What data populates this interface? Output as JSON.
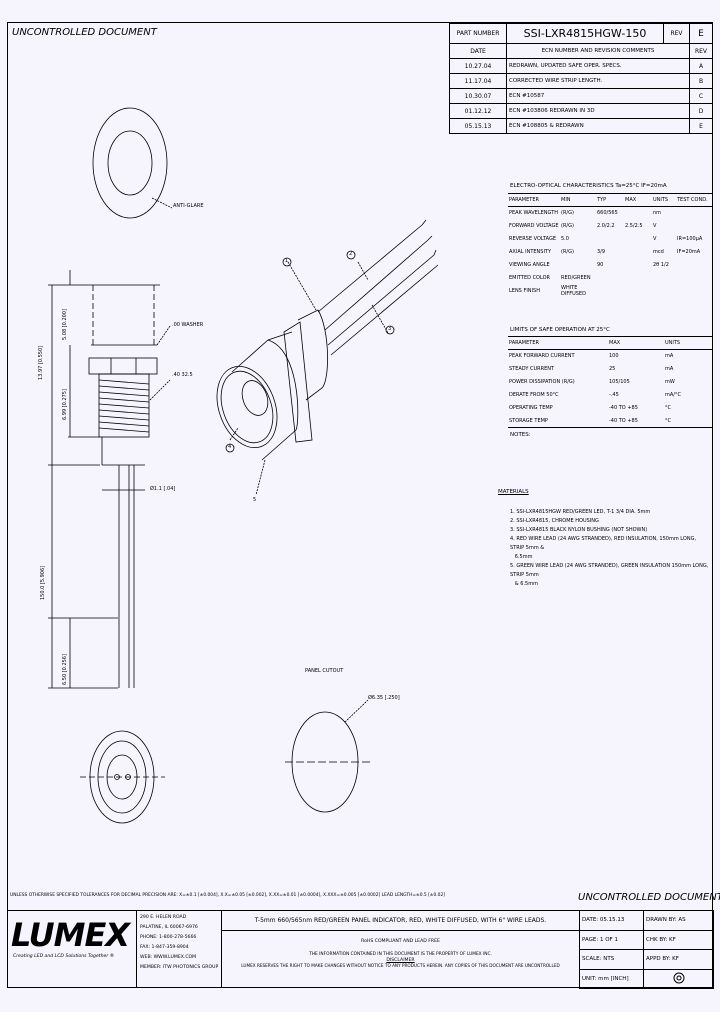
{
  "watermark": "UNCONTROLLED DOCUMENT",
  "revision": {
    "part_number_label": "PART NUMBER",
    "part_number": "SSI-LXR4815HGW-150",
    "rev_label": "REV",
    "rev": "E",
    "headers": [
      "DATE",
      "ECN NUMBER AND REVISION COMMENTS",
      "REV"
    ],
    "rows": [
      {
        "date": "10.27.04",
        "comment": "REDRAWN, UPDATED SAFE OPER. SPECS.",
        "rev": "A"
      },
      {
        "date": "11.17.04",
        "comment": "CORRECTED WIRE STRIP LENGTH.",
        "rev": "B"
      },
      {
        "date": "10.30.07",
        "comment": "ECN #10587",
        "rev": "C"
      },
      {
        "date": "01.12.12",
        "comment": "ECN #103806 REDRAWN IN 3D",
        "rev": "D"
      },
      {
        "date": "05.15.13",
        "comment": "ECN #108805 & REDRAWN",
        "rev": "E"
      }
    ]
  },
  "electro_optical": {
    "title": "ELECTRO-OPTICAL CHARACTERISTICS Ta=25°C   IF=20mA",
    "headers": [
      "PARAMETER",
      "MIN",
      "TYP",
      "MAX",
      "UNITS",
      "TEST COND."
    ],
    "rows": [
      [
        "PEAK WAVELENGTH",
        "(R/G)",
        "660/565",
        "",
        "nm",
        ""
      ],
      [
        "FORWARD VOLTAGE",
        "(R/G)",
        "2.0/2.2",
        "2.5/2.5",
        "V",
        ""
      ],
      [
        "REVERSE VOLTAGE",
        "5.0",
        "",
        "",
        "V",
        "IR=100µA"
      ],
      [
        "AXIAL INTENSITY",
        "(R/G)",
        "3/9",
        "",
        "mcd",
        "IF=20mA"
      ],
      [
        "VIEWING ANGLE",
        "",
        "90",
        "",
        "2θ 1/2",
        ""
      ],
      [
        "EMITTED COLOR",
        "RED/GREEN",
        "",
        "",
        "",
        ""
      ],
      [
        "LENS FINISH",
        "WHITE DIFFUSED",
        "",
        "",
        "",
        ""
      ]
    ]
  },
  "safe_operation": {
    "title": "LIMITS OF SAFE OPERATION AT 25°C",
    "headers": [
      "PARAMETER",
      "MAX",
      "UNITS"
    ],
    "rows": [
      [
        "PEAK FORWARD CURRENT",
        "100",
        "mA"
      ],
      [
        "STEADY CURRENT",
        "25",
        "mA"
      ],
      [
        "POWER DISSIPATION (R/G)",
        "105/105",
        "mW"
      ],
      [
        "DERATE FROM 50°C",
        "-.45",
        "mA/°C"
      ],
      [
        "OPERATING TEMP",
        "-40 TO +85",
        "°C"
      ],
      [
        "STORAGE TEMP",
        "-40 TO +85",
        "°C"
      ]
    ],
    "notes": "NOTES:"
  },
  "materials": {
    "title": "MATERIALS",
    "items": [
      "1. SSI-LXR4815HGW RED/GREEN LED, T-1 3/4 DIA. 5mm",
      "2. SSI-LXR4815, CHROME HOUSING",
      "3. SSI-LXR4815 BLACK NYLON BUSHING (NOT SHOWN)",
      "4. RED WIRE LEAD (24 AWG STRANDED), RED INSULATION, 150mm LONG, STRIP 5mm &",
      "   6.5mm",
      "5. GREEN WIRE LEAD (24 AWG STRANDED), GREEN INSULATION 150mm LONG, STRIP 5mm",
      "   & 6.5mm"
    ]
  },
  "drawing": {
    "front_hole_label": "ANTI-GLARE",
    "washer_label": ".00 WASHER",
    "thread_label": ".40 32.5",
    "dim_overall": "13.97 [0.550]",
    "dim_top": "5.08 [0.200]",
    "dim_thread": "6.99 [0.275]",
    "dim_wire": "Ø1.1 [.04]",
    "dim_wire_len": "150.0 [5.906]",
    "dim_strip": "6.50 [0.256]",
    "panel_cutout_title": "PANEL CUTOUT",
    "panel_cutout_dim": "Ø6.35 [.250]",
    "callouts": [
      "1",
      "2",
      "3",
      "4",
      "5"
    ]
  },
  "tolerance": "UNLESS OTHERWISE SPECIFIED TOLERANCES FOR DECIMAL PRECISION ARE: X=±0.1 [±0.004], X.X=±0.05 [±0.002], X.XX=±0.01 [±0.0004], X.XXX=±0.005 [±0.0002]   LEAD LENGTH=±0.5 [±0.02]",
  "title_block": {
    "logo": "LUMEX",
    "tagline": "Creating LED and LCD Solutions Together ®",
    "address": [
      "290 E. HELEN ROAD",
      "PALATINE, IL 60067-6976",
      "PHONE: 1-800-278-5666",
      "FAX: 1-847-359-8904",
      "WEB: WWW.LUMEX.COM",
      "MEMBER: ITW PHOTONICS GROUP"
    ],
    "description": "T-5mm 660/565nm RED/GREEN PANEL INDICATOR, RED, WHITE DIFFUSED, WITH 6\" WIRE LEADS.",
    "rohs": "RoHS COMPLIANT AND LEAD FREE",
    "confidential": "THE INFORMATION CONTAINED IN THIS DOCUMENT IS THE PROPERTY OF LUMEX INC.",
    "disclaimer_title": "DISCLAIMER",
    "disclaimer": "LUMEX RESERVES THE RIGHT TO MAKE CHANGES WITHOUT NOTICE TO ANY PRODUCTS HEREIN. ANY COPIES OF THIS DOCUMENT ARE UNCONTROLLED",
    "date_label": "DATE:",
    "date": "05.15.13",
    "drawn_label": "DRAWN BY:",
    "drawn": "AS",
    "page_label": "PAGE:",
    "page": "1 OF 1",
    "chk_label": "CHK BY:",
    "chk": "KF",
    "scale_label": "SCALE:",
    "scale": "NTS",
    "appd_label": "APPD BY:",
    "appd": "KF",
    "unit_label": "UNIT:",
    "unit": "mm [INCH]"
  },
  "icons": [
    "third-angle-projection-icon"
  ]
}
